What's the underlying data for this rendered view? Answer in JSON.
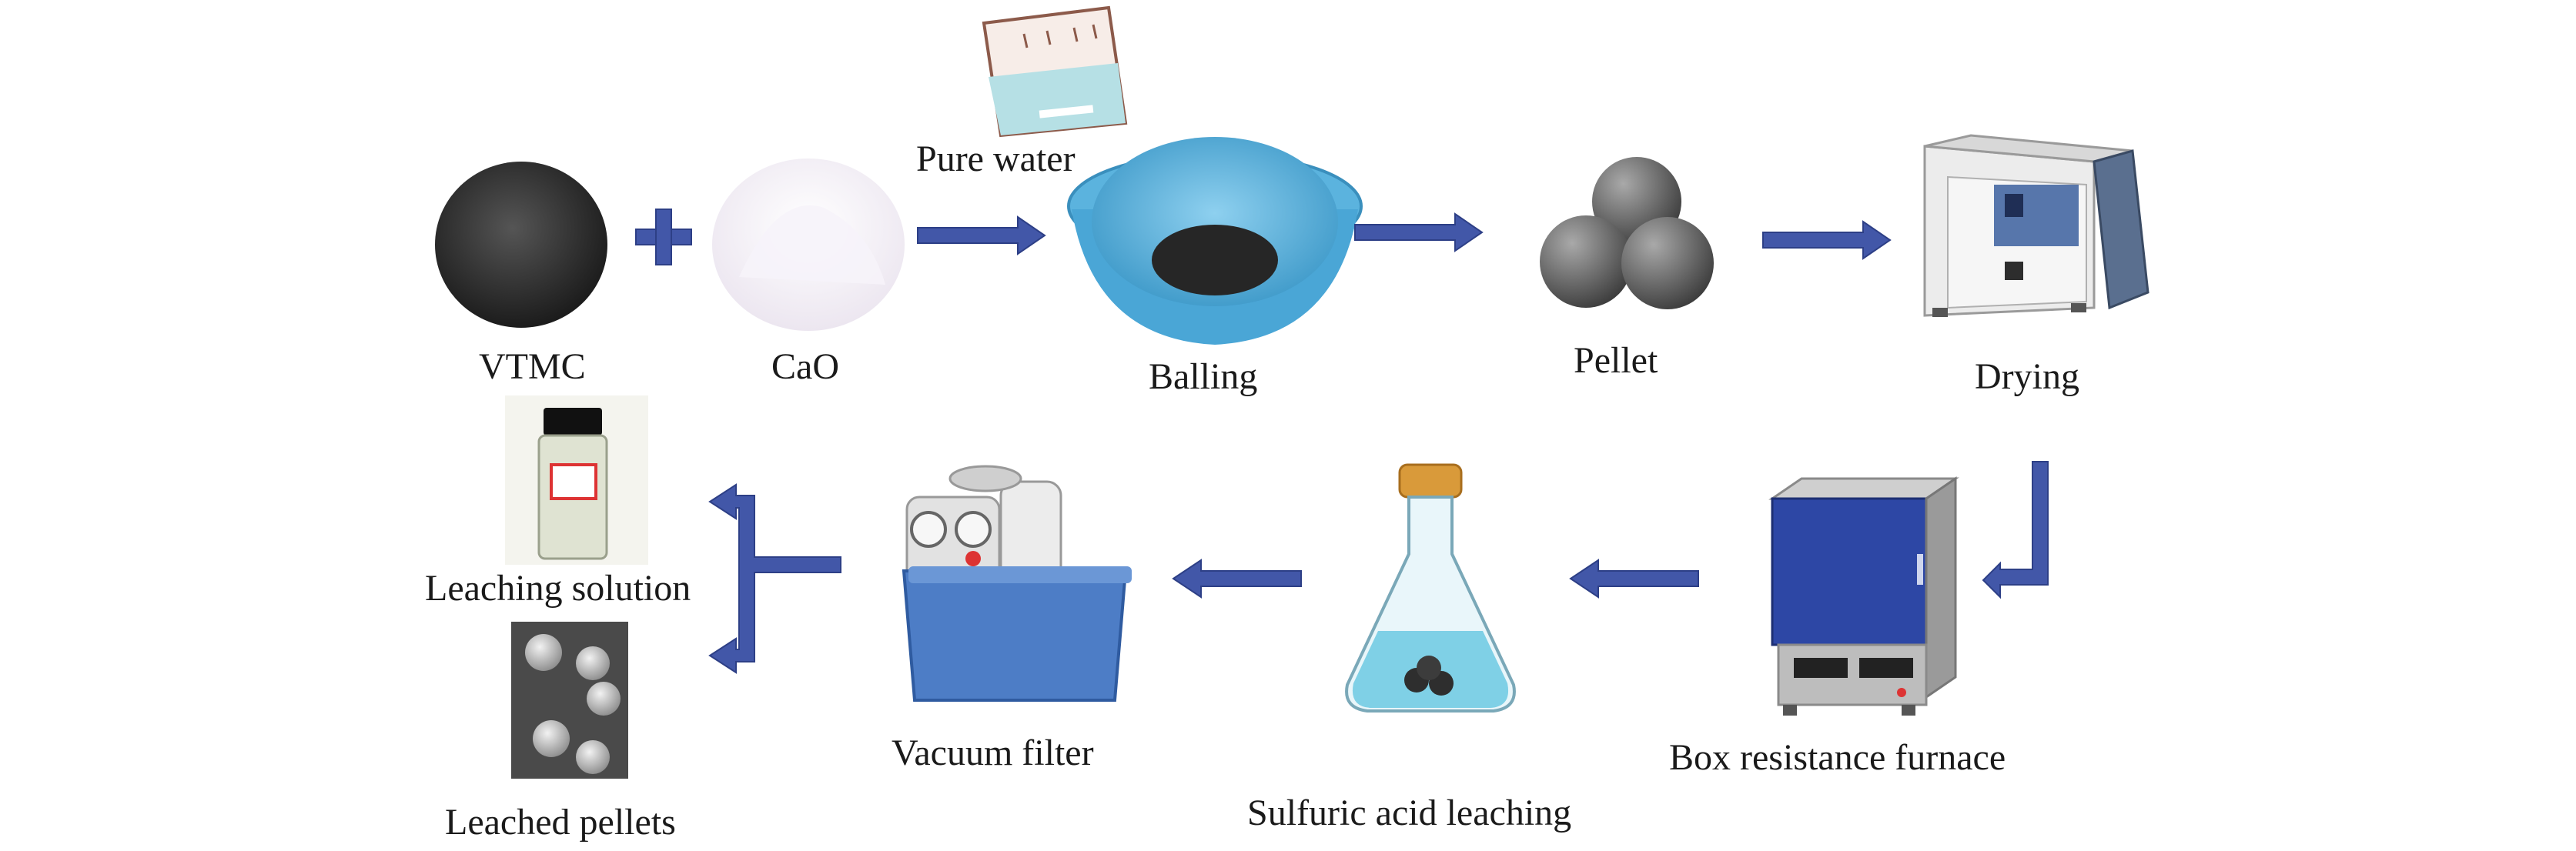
{
  "labels": {
    "vtmc": "VTMC",
    "cao": "CaO",
    "pure_water": "Pure water",
    "balling": "Balling",
    "pellet": "Pellet",
    "drying": "Drying",
    "furnace": "Box resistance furnace",
    "leaching": "Sulfuric acid leaching",
    "filter": "Vacuum filter",
    "solution": "Leaching solution",
    "leached": "Leached pellets"
  },
  "colors": {
    "arrow_fill": "#4257a8",
    "arrow_stroke": "#2d3f86",
    "bowl_blue": "#5bb3de",
    "furnace_blue": "#2d47a5",
    "filter_blue": "#4d7dc6",
    "cork": "#d99a3a",
    "liquid": "#7fd0e6"
  },
  "icons": [
    "plus-icon",
    "beaker-icon",
    "bowl-icon",
    "pellets-icon",
    "oven-icon",
    "muffle-furnace-icon",
    "flask-icon",
    "vacuum-pump-icon",
    "bottle-icon",
    "leached-pellets-icon"
  ]
}
